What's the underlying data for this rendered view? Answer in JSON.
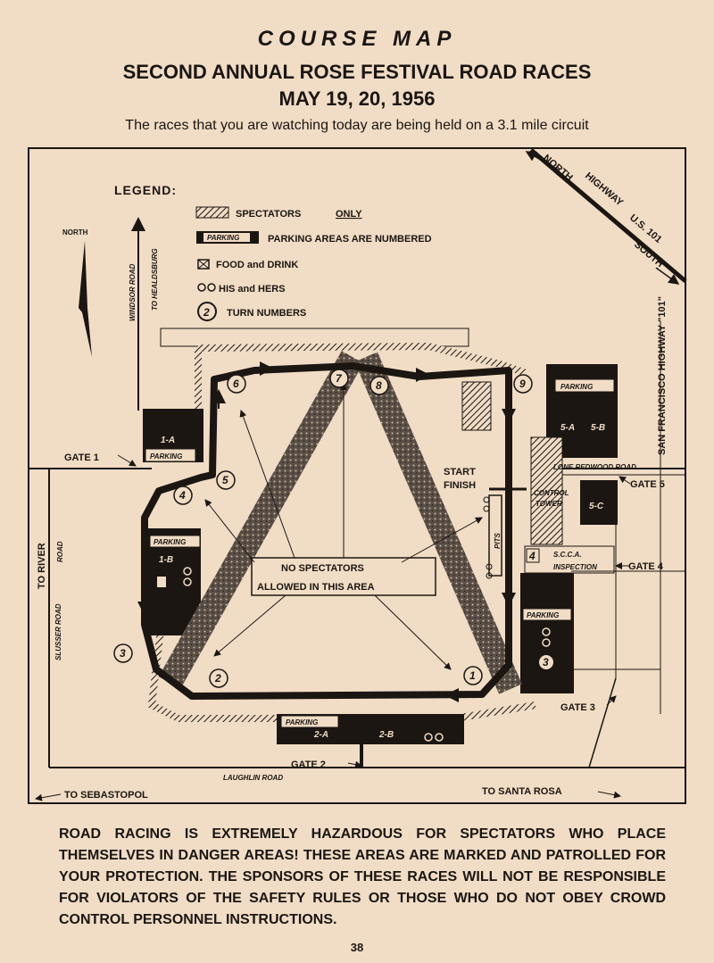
{
  "header": {
    "title": "COURSE MAP",
    "event": "SECOND ANNUAL ROSE FESTIVAL ROAD RACES",
    "dates": "MAY 19, 20, 1956",
    "subtitle": "The races that you are watching today are being held on a 3.1 mile circuit"
  },
  "legend": {
    "title": "LEGEND:",
    "spectators": "SPECTATORS",
    "spectators_only": "ONLY",
    "parking_box": "PARKING",
    "parking": "PARKING AREAS ARE NUMBERED",
    "food": "FOOD and DRINK",
    "his_hers": "HIS and HERS",
    "turn_numbers": "TURN NUMBERS",
    "turn_sample": "2"
  },
  "compass": {
    "north": "NORTH"
  },
  "roads": {
    "highway_north": "NORTH",
    "highway_name": "HIGHWAY",
    "highway_us": "U.S. 101",
    "highway_south": "SOUTH",
    "to_healdsburg": "TO HEALDSBURG",
    "windsor_road": "WINDSOR ROAD",
    "to_river": "TO RIVER",
    "slusser_road": "SLUSSER ROAD",
    "river_road": "ROAD",
    "laughlin_road": "LAUGHLIN ROAD",
    "to_sebastopol": "TO SEBASTOPOL",
    "to_santa_rosa": "TO SANTA ROSA",
    "redwood_road": "LONE REDWOOD ROAD",
    "sf_highway": "SAN FRANCISCO HIGHWAY \"101\""
  },
  "gates": {
    "g1": "GATE 1",
    "g2": "GATE 2",
    "g3": "GATE 3",
    "g4": "GATE 4",
    "g5": "GATE 5"
  },
  "parking_areas": {
    "p1a": "1-A",
    "p1b": "1-B",
    "p2a": "2-A",
    "p2b": "2-B",
    "p3": "3",
    "p4": "4",
    "p5a": "5-A",
    "p5b": "5-B",
    "p5c": "5-C",
    "label": "PARKING"
  },
  "turns": [
    "1",
    "2",
    "3",
    "4",
    "5",
    "6",
    "7",
    "8",
    "9"
  ],
  "track_labels": {
    "start": "START",
    "finish": "FINISH",
    "pits": "PITS",
    "control": "CONTROL",
    "tower": "TOWER",
    "scca": "S.C.C.A.",
    "inspection": "INSPECTION",
    "no_spectators_1": "NO SPECTATORS",
    "no_spectators_2": "ALLOWED IN THIS AREA"
  },
  "colors": {
    "paper": "#f1dcc5",
    "ink": "#1b1612"
  },
  "warning": "ROAD RACING IS EXTREMELY HAZARDOUS FOR SPECTATORS WHO PLACE THEMSELVES IN DANGER AREAS! THESE AREAS ARE MARKED AND PATROLLED FOR YOUR PROTECTION. THE SPONSORS OF THESE RACES WILL NOT BE RESPONSIBLE FOR VIOLATORS OF THE SAFETY RULES OR THOSE WHO DO NOT OBEY CROWD CONTROL PERSONNEL INSTRUCTIONS.",
  "page_number": "38"
}
